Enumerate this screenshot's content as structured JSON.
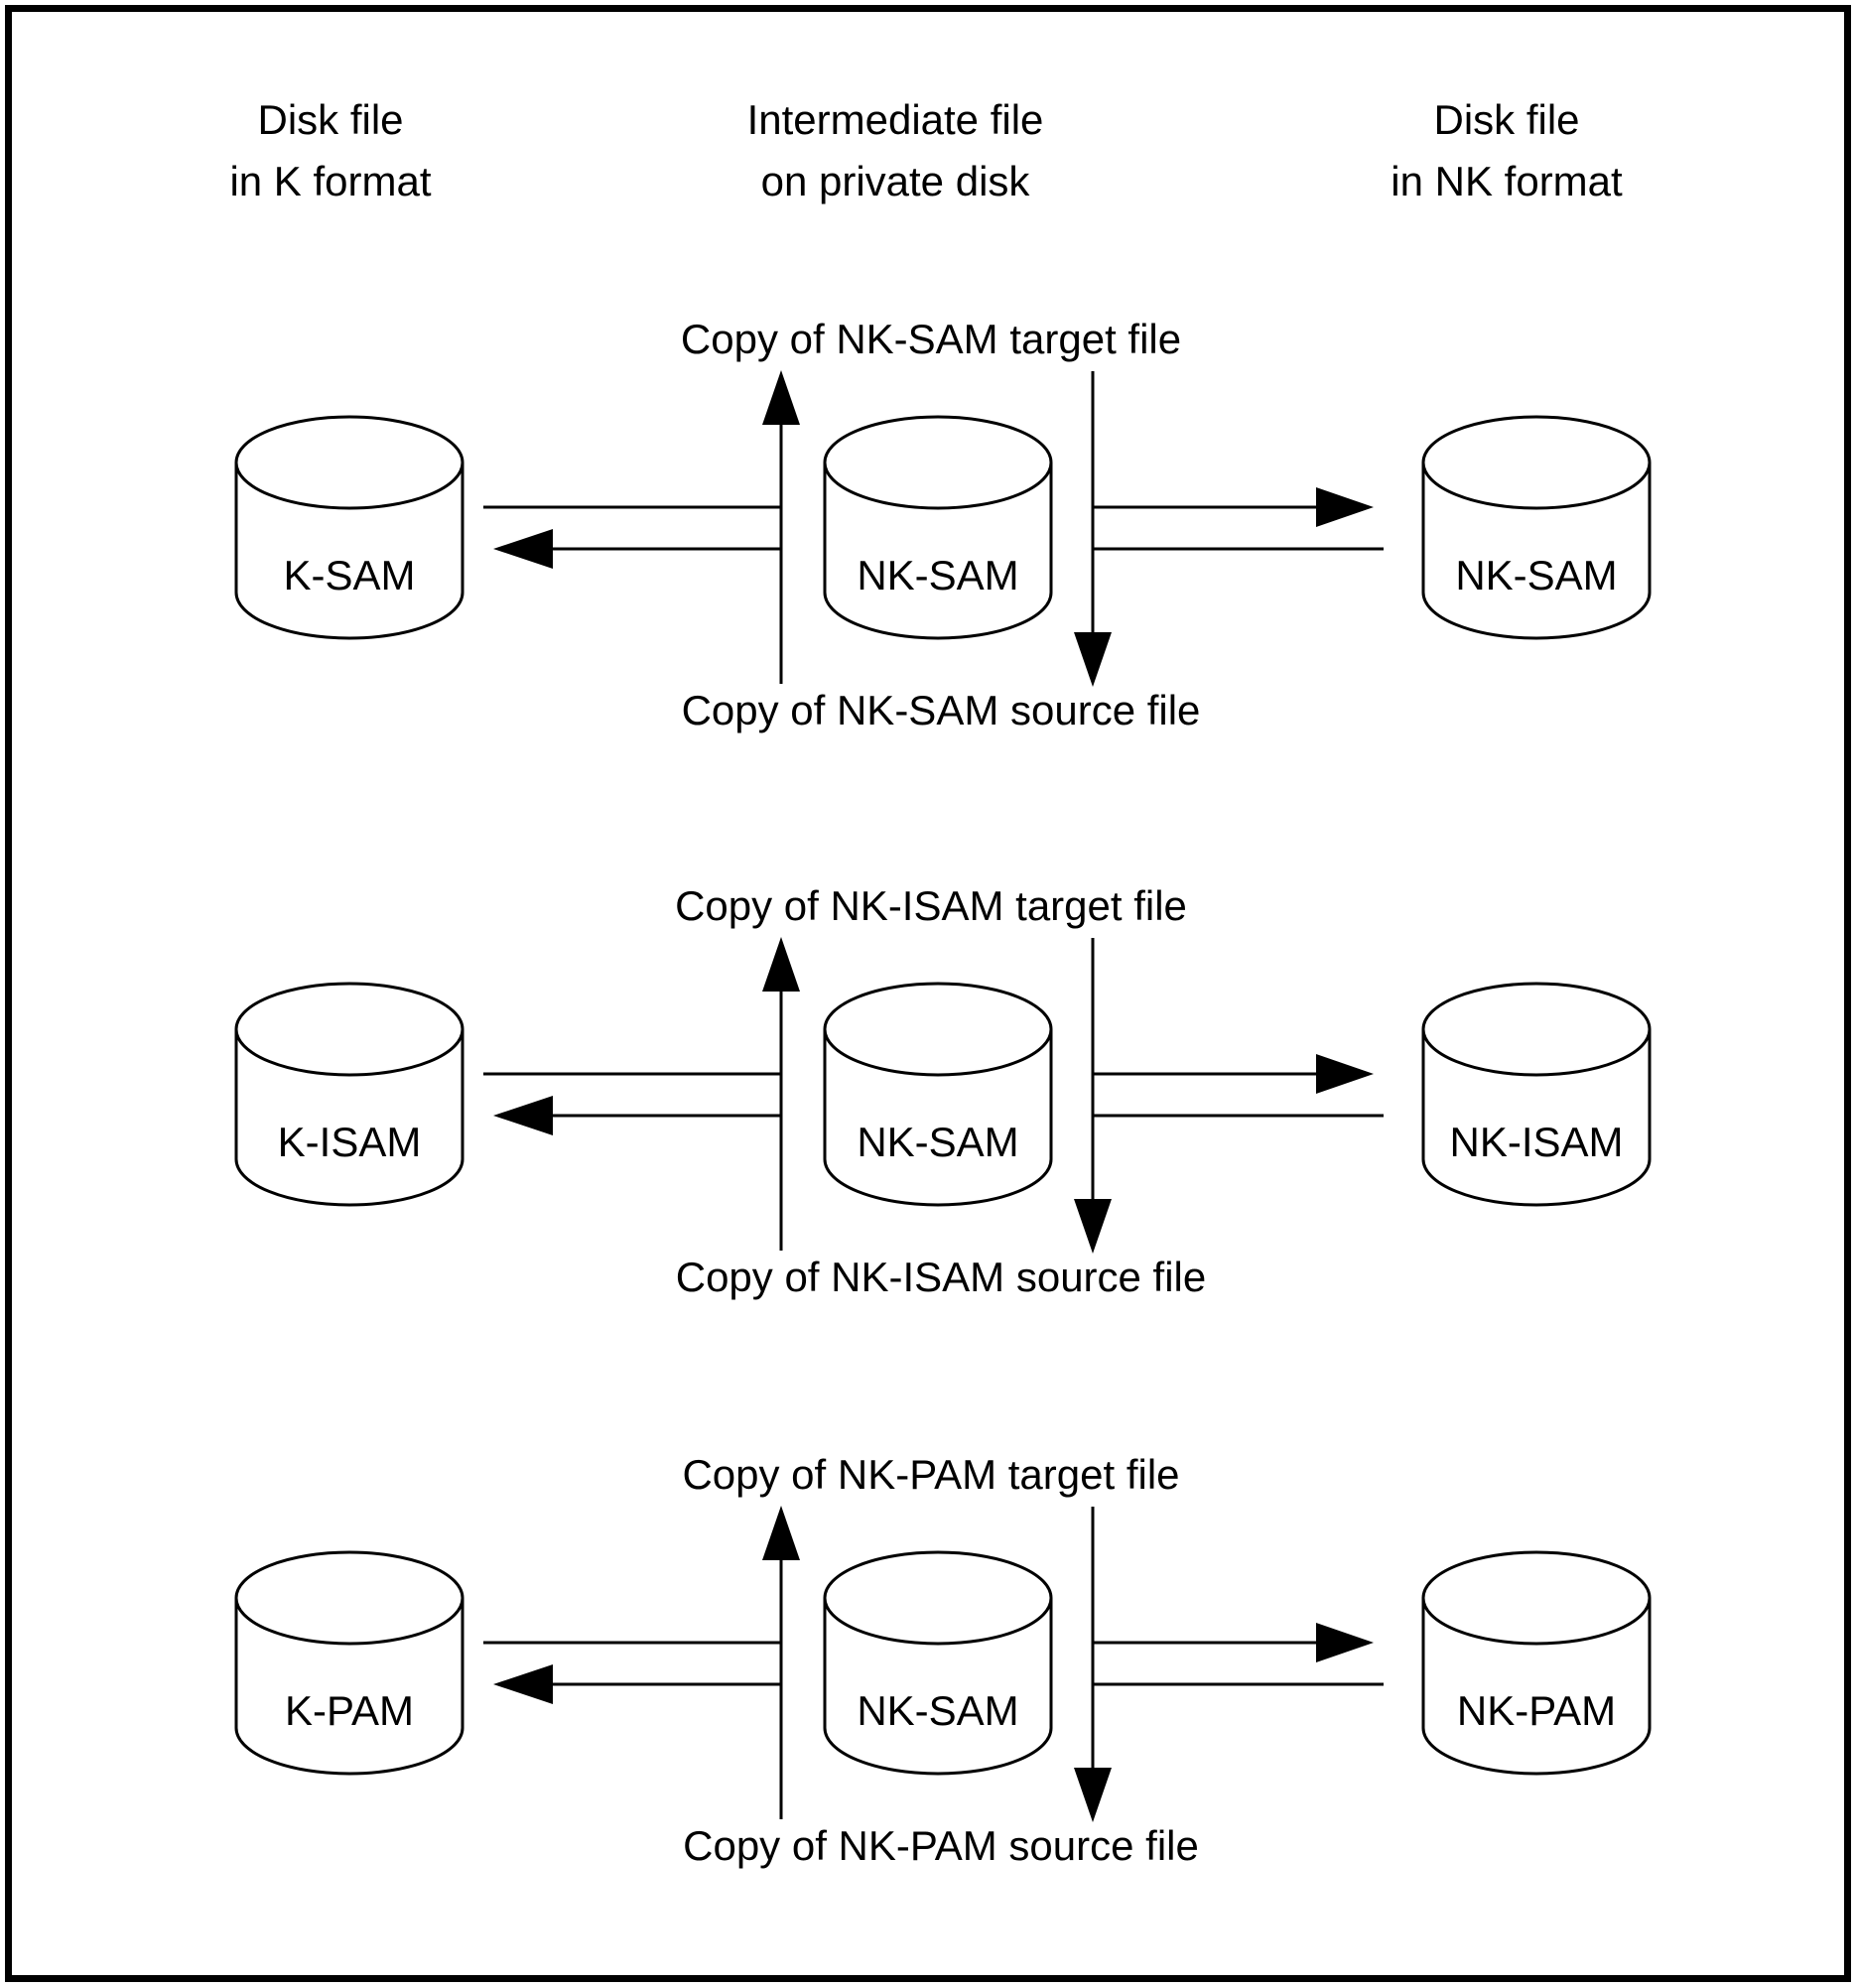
{
  "colors": {
    "ink": "#000000",
    "paper": "#ffffff"
  },
  "headers": {
    "left": {
      "line1": "Disk file",
      "line2": "in K format"
    },
    "center": {
      "line1": "Intermediate file",
      "line2": "on private disk"
    },
    "right": {
      "line1": "Disk file",
      "line2": "in NK format"
    }
  },
  "rows": [
    {
      "left_disk": "K-SAM",
      "middle_disk": "NK-SAM",
      "right_disk": "NK-SAM",
      "target_label": "Copy of NK-SAM target file",
      "source_label": "Copy of NK-SAM source file"
    },
    {
      "left_disk": "K-ISAM",
      "middle_disk": "NK-SAM",
      "right_disk": "NK-ISAM",
      "target_label": "Copy of NK-ISAM target file",
      "source_label": "Copy of NK-ISAM source file"
    },
    {
      "left_disk": "K-PAM",
      "middle_disk": "NK-SAM",
      "right_disk": "NK-PAM",
      "target_label": "Copy of NK-PAM target file",
      "source_label": "Copy of NK-PAM source file"
    }
  ]
}
